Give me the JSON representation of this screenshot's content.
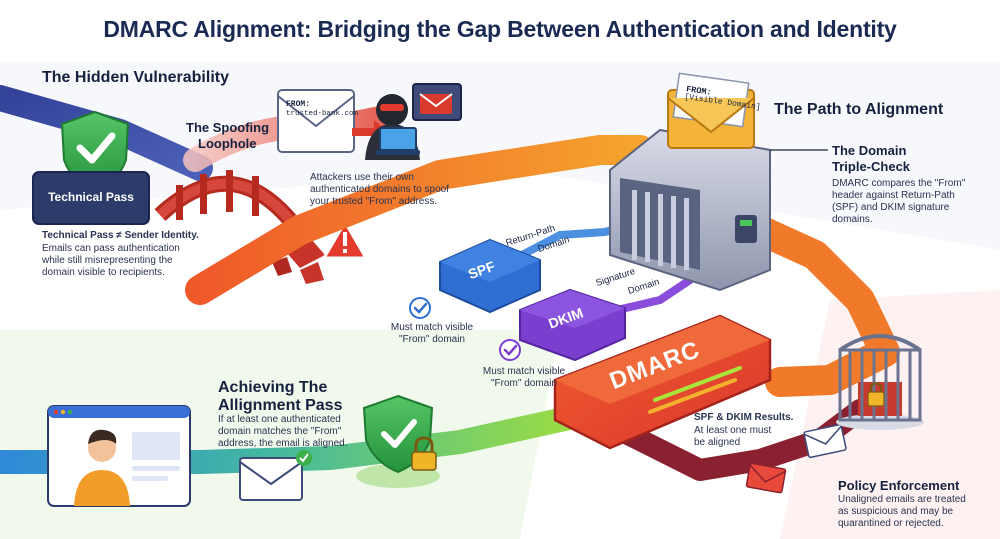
{
  "title": "DMARC Alignment: Bridging the Gap Between Authentication and Identity",
  "hidden_vulnerability": {
    "heading": "The Hidden Vulnerability",
    "technical_pass_label": "Technical Pass",
    "note_title": "Technical Pass ≠ Sender Identity.",
    "note_body": "Emails can pass authentication while still misrepresenting the domain visible to recipients."
  },
  "spoofing": {
    "heading_line1": "The Spoofing",
    "heading_line2": "Loophole",
    "from_label": "FROM:",
    "from_value": "trusted-bank.com",
    "description": "Attackers use their own authenticated domains to spoof your trusted \"From\" address."
  },
  "path": {
    "heading": "The Path to Alignment",
    "envelope_from": "FROM:",
    "envelope_domain": "[Visible Domain]"
  },
  "triple_check": {
    "heading_line1": "The Domain",
    "heading_line2": "Triple-Check",
    "description": "DMARC compares the \"From\" header against Return-Path (SPF) and DKIM signature domains."
  },
  "spf": {
    "label": "SPF",
    "domain_label_line1": "Return-Path",
    "domain_label_line2": "Domain",
    "must_match": "Must match visible \"From\" domain"
  },
  "dkim": {
    "label": "DKIM",
    "domain_label_line1": "Signature",
    "domain_label_line2": "Domain",
    "must_match": "Must match visible \"From\" domain"
  },
  "dmarc": {
    "label": "DMARC",
    "results_title": "SPF & DKIM Results.",
    "results_body": "At least one must be aligned"
  },
  "alignment": {
    "heading_line1": "Achieving The",
    "heading_line2": "Allignment Pass",
    "description": "If at least one authenticated domain matches the \"From\" address, the email is aligned."
  },
  "policy": {
    "heading": "Policy Enforcement",
    "description": "Unaligned emails are treated as suspicious and may be quarantined or rejected."
  },
  "colors": {
    "title": "#1a2a52",
    "shield_green": "#3cb04a",
    "spoof_red": "#d83a2e",
    "orange_path": "#f07a2a",
    "spf_blue": "#2f6fd1",
    "dkim_purple": "#7b3fd0",
    "dmarc_red": "#e4472d",
    "aligned_green": "#8bd640",
    "rejected_maroon": "#8a2131"
  },
  "icons": [
    "shield-check-icon",
    "broken-bridge-icon",
    "warning-icon",
    "hacker-icon",
    "laptop-icon",
    "envelope-icon",
    "server-gate-icon",
    "check-circle-icon",
    "padlock-icon",
    "cage-icon",
    "user-avatar-icon"
  ]
}
